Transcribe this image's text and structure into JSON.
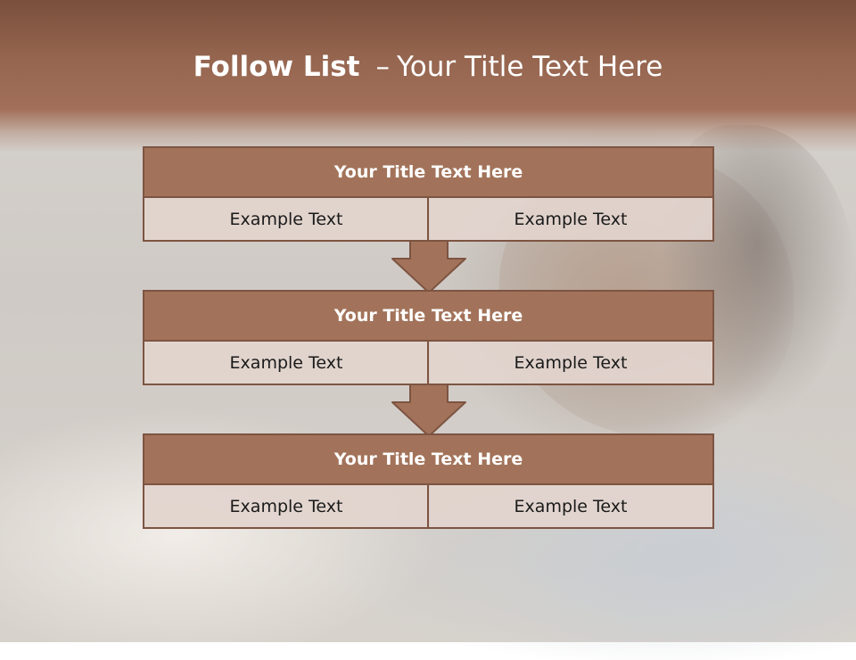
{
  "slide": {
    "title_bold": "Follow List",
    "title_separator": "–",
    "title_rest": "Your Title Text Here",
    "colors": {
      "band": "#a2705a",
      "header_fill": "#a2735a",
      "border": "#7d5442",
      "cell_fill": "#e2d4cd",
      "arrow_fill": "#a2735a"
    }
  },
  "steps": [
    {
      "title": "Your Title Text Here",
      "left": "Example Text",
      "right": "Example Text"
    },
    {
      "title": "Your Title Text Here",
      "left": "Example Text",
      "right": "Example Text"
    },
    {
      "title": "Your Title Text Here",
      "left": "Example Text",
      "right": "Example Text"
    }
  ],
  "connectors": [
    {
      "icon": "down-arrow-icon"
    },
    {
      "icon": "down-arrow-icon"
    }
  ]
}
